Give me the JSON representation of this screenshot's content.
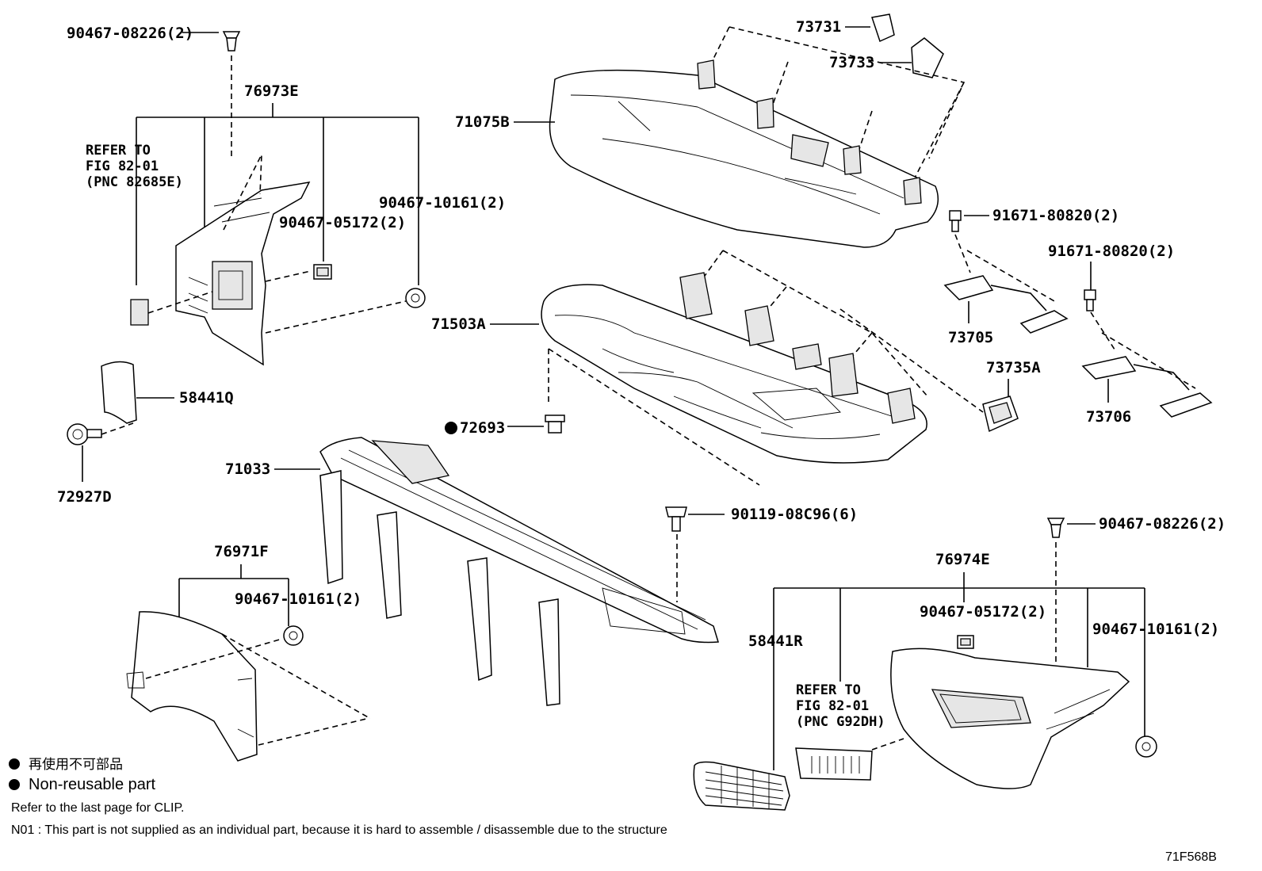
{
  "labels": {
    "p_90467_08226_a": "90467-08226(2)",
    "p_76973E": "76973E",
    "p_refer_a1": "REFER TO",
    "p_refer_a2": "FIG 82-01",
    "p_refer_a3": "(PNC 82685E)",
    "p_90467_05172_a": "90467-05172(2)",
    "p_90467_10161_a": "90467-10161(2)",
    "p_58441Q": "58441Q",
    "p_72927D": "72927D",
    "p_73731": "73731",
    "p_73733": "73733",
    "p_71075B": "71075B",
    "p_91671_80820_a": "91671-80820(2)",
    "p_91671_80820_b": "91671-80820(2)",
    "p_73705": "73705",
    "p_71503A": "71503A",
    "p_73735A": "73735A",
    "p_73706": "73706",
    "p_72693": "72693",
    "p_71033": "71033",
    "p_90119_08C96": "90119-08C96(6)",
    "p_90467_08226_b": "90467-08226(2)",
    "p_76971F": "76971F",
    "p_90467_10161_b": "90467-10161(2)",
    "p_76974E": "76974E",
    "p_90467_05172_b": "90467-05172(2)",
    "p_58441R": "58441R",
    "p_90467_10161_c": "90467-10161(2)",
    "p_refer_b1": "REFER TO",
    "p_refer_b2": "FIG 82-01",
    "p_refer_b3": "(PNC G92DH)"
  },
  "legend": {
    "cjk": "再使用不可部品",
    "en": "Non-reusable part",
    "clip": "Refer to the last page for CLIP.",
    "n01": "N01 : This part is not supplied as an individual part, because it is hard to assemble / disassemble due to the structure"
  },
  "figure_code": "71F568B"
}
